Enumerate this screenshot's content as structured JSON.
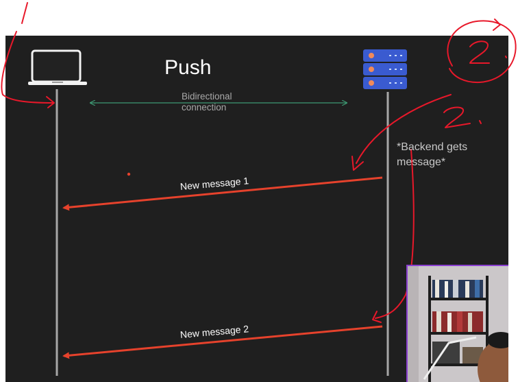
{
  "title": "Push",
  "connection_label": "Bidirectional connection",
  "backend_note": "*Backend gets message*",
  "messages": [
    {
      "label": "New message 1"
    },
    {
      "label": "New message 2"
    }
  ],
  "annotations": {
    "handwritten_mark_client": "1",
    "handwritten_mark_server": "2.",
    "handwritten_mark_circled": "2."
  },
  "colors": {
    "background": "#1f1f1f",
    "lifeline": "#a8a8a8",
    "message_arrow": "#e6422c",
    "connection_arrow": "#3e9a74",
    "ink": "#e8182a",
    "server": "#3a5bd0"
  },
  "icons": {
    "client": "laptop-icon",
    "server": "server-rack-icon"
  }
}
